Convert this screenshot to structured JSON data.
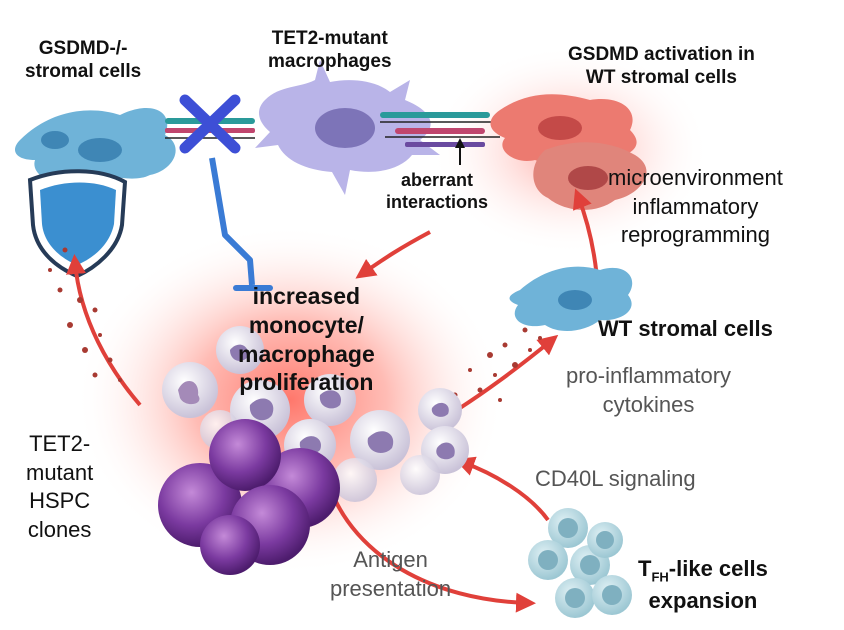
{
  "labels": {
    "gsdmd_ko": [
      "GSDMD-/-",
      "stromal cells"
    ],
    "tet2_macro": [
      "TET2-mutant",
      "macrophages"
    ],
    "gsdmd_act": [
      "GSDMD activation in",
      "WT stromal cells"
    ],
    "aberrant": [
      "aberrant",
      "interactions"
    ],
    "micro": [
      "microenvironment",
      "inflammatory",
      "reprogramming"
    ],
    "increased": [
      "increased",
      "monocyte/",
      "macrophage",
      "proliferation"
    ],
    "wt_stromal": "WT stromal cells",
    "cytokines": [
      "pro-inflammatory",
      "cytokines"
    ],
    "hspc": [
      "TET2-",
      "mutant",
      "HSPC",
      "clones"
    ],
    "cd40l": "CD40L signaling",
    "antigen": [
      "Antigen",
      "presentation"
    ],
    "tfh_main": "T",
    "tfh_sub": "FH",
    "tfh_rest": "-like cells",
    "expansion": "expansion"
  },
  "colors": {
    "red_arrow": "#e0403a",
    "inhibit": "#3a7bd5",
    "x_mark": "#3d4fd6",
    "macrophage": "#b9b4e8",
    "stromal_blue": "#6fb3d8",
    "shield": "#3b8fd0",
    "hspc": "#6b2d8f",
    "tfh": "#a9d3dd"
  },
  "icons": [
    "x-mark-icon",
    "shield-icon",
    "inhibition-arrow-icon"
  ]
}
